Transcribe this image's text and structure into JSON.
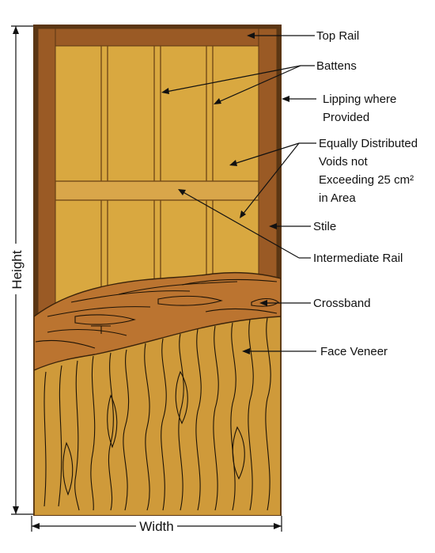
{
  "labels": {
    "top_rail": "Top Rail",
    "battens": "Battens",
    "lipping_line1": "Lipping where",
    "lipping_line2": "Provided",
    "voids_line1": "Equally Distributed",
    "voids_line2": "Voids not",
    "voids_line3": "Exceeding 25 cm²",
    "voids_line4": "in Area",
    "stile": "Stile",
    "intermediate_rail": "Intermediate Rail",
    "crossband": "Crossband",
    "face_veneer": "Face Veneer"
  },
  "dimensions": {
    "height": "Height",
    "width": "Width"
  },
  "colors": {
    "frame_border": "#5b3613",
    "stile": "#9a5a25",
    "top_rail": "#9a5a25",
    "intermediate_rail": "#d9a64a",
    "void_panel": "#d9a840",
    "batten_line": "#6d4416",
    "crossband": "#bb7430",
    "face_veneer": "#cf9a3a",
    "ink": "#111111"
  }
}
